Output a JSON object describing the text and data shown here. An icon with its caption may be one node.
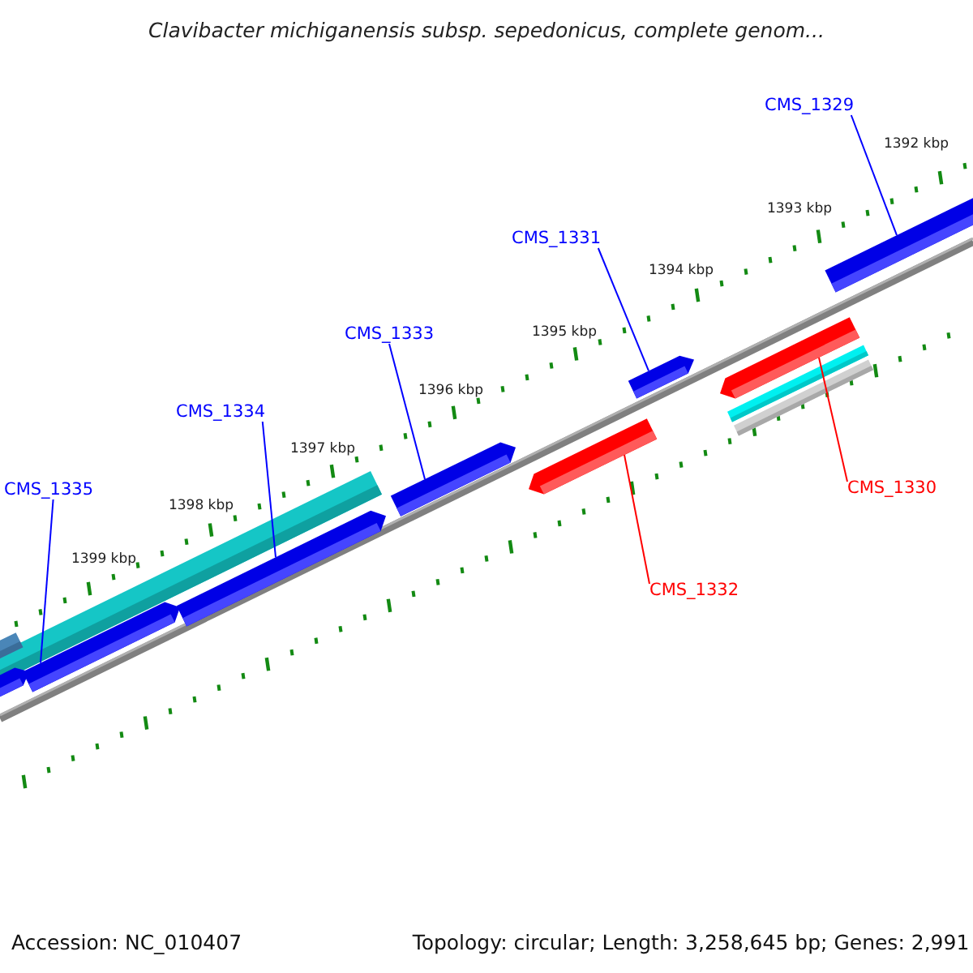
{
  "diagram": {
    "title": "Clavibacter michiganensis subsp. sepedonicus, complete genom...",
    "nodes": [
      {
        "text": [
          "CMS_1329"
        ]
      },
      {
        "text": [],
        "shape": "bar"
      },
      {
        "text": [
          "CMS_1331"
        ]
      },
      {
        "text": [],
        "shape": "bar"
      },
      {
        "text": [
          "CMS_1333"
        ]
      },
      {
        "text": [],
        "shape": "bar"
      },
      {
        "text": [
          "CMS_1334"
        ]
      },
      {
        "text": [],
        "shape": "bar"
      },
      {
        "text": [
          "CMS_1335"
        ]
      },
      {
        "text": [],
        "shape": "bar"
      },
      {
        "text": [
          "CMS_1330"
        ]
      },
      {
        "text": [],
        "shape": "bar"
      },
      {
        "text": [
          "CMS_1332"
        ]
      },
      {
        "text": [],
        "shape": "bar"
      }
    ],
    "edges": [
      {
        "from": 0,
        "to": 1,
        "arrow": "none"
      },
      {
        "from": 2,
        "to": 3,
        "arrow": "none"
      },
      {
        "from": 4,
        "to": 5,
        "arrow": "none"
      },
      {
        "from": 6,
        "to": 7,
        "arrow": "none"
      },
      {
        "from": 8,
        "to": 9,
        "arrow": "none"
      },
      {
        "from": 10,
        "to": 11,
        "arrow": "none",
        "color": "#ff0000"
      },
      {
        "from": 12,
        "to": 13,
        "arrow": "none",
        "color": "#ff0000"
      }
    ],
    "labels": [
      "1392 kbp",
      "1393 kbp",
      "1394 kbp",
      "1395 kbp",
      "1396 kbp",
      "1397 kbp",
      "1398 kbp",
      "1399 kbp",
      "Accession: NC_010407",
      "Topology: circular; Length: 3,258,645 bp; Genes: 2,991"
    ]
  }
}
